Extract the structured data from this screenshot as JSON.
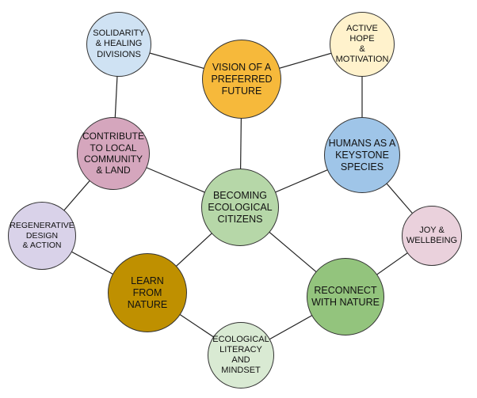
{
  "diagram": {
    "nodes": [
      {
        "id": "center",
        "label": "BECOMING\nECOLOGICAL\nCITIZENS",
        "color": "#b6d7a8"
      },
      {
        "id": "vision",
        "label": "VISION OF A\nPREFERRED\nFUTURE",
        "color": "#f6b93b"
      },
      {
        "id": "solidarity",
        "label": "SOLIDARITY\n& HEALING\nDIVISIONS",
        "color": "#cfe2f3"
      },
      {
        "id": "hope",
        "label": "ACTIVE HOPE\n&\nMOTIVATION",
        "color": "#fff2cc"
      },
      {
        "id": "contribute",
        "label": "CONTRIBUTE\nTO LOCAL\nCOMMUNITY\n& LAND",
        "color": "#d5a6bd"
      },
      {
        "id": "keystone",
        "label": "HUMANS AS A\nKEYSTONE\nSPECIES",
        "color": "#9fc5e8"
      },
      {
        "id": "regenerative",
        "label": "REGENERATIVE\nDESIGN\n& ACTION",
        "color": "#d9d2e9"
      },
      {
        "id": "joy",
        "label": "JOY &\nWELLBEING",
        "color": "#ead1dc"
      },
      {
        "id": "learn",
        "label": "LEARN\nFROM\nNATURE",
        "color": "#bf9000"
      },
      {
        "id": "reconnect",
        "label": "RECONNECT\nWITH NATURE",
        "color": "#93c47d"
      },
      {
        "id": "literacy",
        "label": "ECOLOGICAL\nLITERACY\nAND MINDSET",
        "color": "#d9ead3"
      }
    ],
    "edges": [
      [
        "center",
        "vision"
      ],
      [
        "center",
        "contribute"
      ],
      [
        "center",
        "keystone"
      ],
      [
        "center",
        "learn"
      ],
      [
        "center",
        "reconnect"
      ],
      [
        "vision",
        "solidarity"
      ],
      [
        "vision",
        "hope"
      ],
      [
        "solidarity",
        "contribute"
      ],
      [
        "hope",
        "keystone"
      ],
      [
        "contribute",
        "regenerative"
      ],
      [
        "keystone",
        "joy"
      ],
      [
        "regenerative",
        "learn"
      ],
      [
        "joy",
        "reconnect"
      ],
      [
        "learn",
        "literacy"
      ],
      [
        "reconnect",
        "literacy"
      ]
    ],
    "line_color": "#222222"
  }
}
